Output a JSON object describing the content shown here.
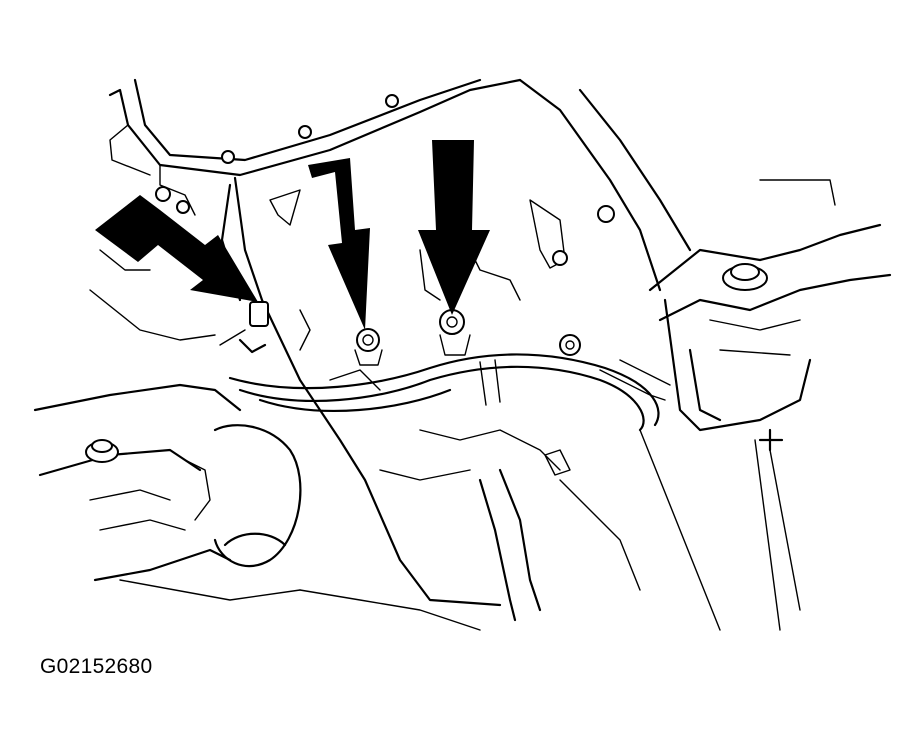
{
  "figure": {
    "id_label": "G02152680"
  },
  "callouts": [
    {
      "name": "left-bolt-arrow"
    },
    {
      "name": "center-bolt-arrow"
    },
    {
      "name": "right-bolt-arrow"
    }
  ],
  "colors": {
    "ink": "#000000",
    "paper": "#ffffff"
  }
}
